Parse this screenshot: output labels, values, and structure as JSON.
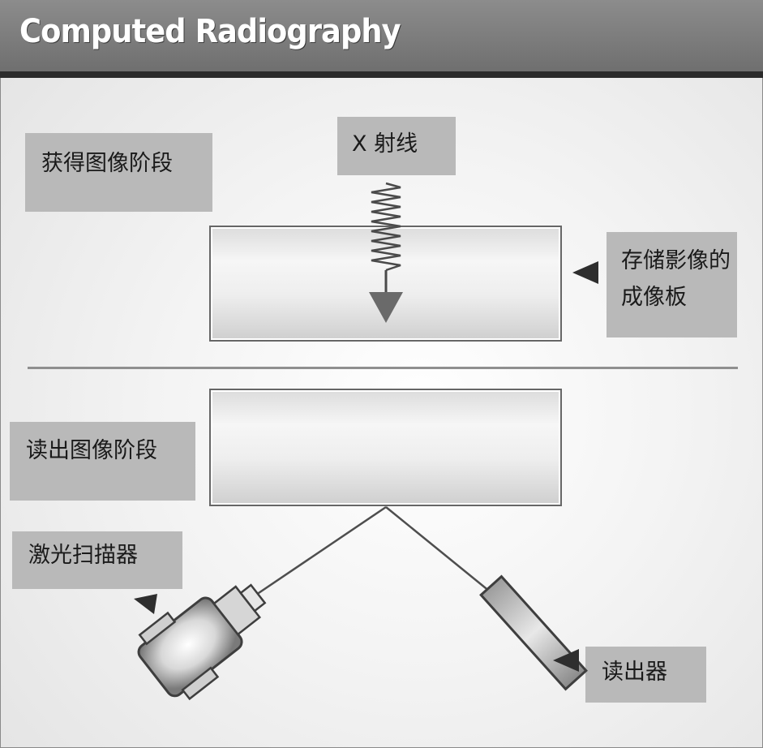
{
  "title": "Computed Radiography",
  "labels": {
    "acquisition_stage": "获得图像阶段",
    "xray": "X 射线",
    "imaging_plate_line1": "存储影像的",
    "imaging_plate_line2": "成像板",
    "readout_stage": "读出图像阶段",
    "laser_scanner": "激光扫描器",
    "reader": "读出器"
  },
  "colors": {
    "header": "#7d7d7d",
    "label_box": "#b9b9b9",
    "arrow": "#2e2e2e"
  },
  "icons": [
    "wave-arrow-icon",
    "pointer-triangle-icon",
    "laser-scanner-icon",
    "reader-device-icon"
  ]
}
